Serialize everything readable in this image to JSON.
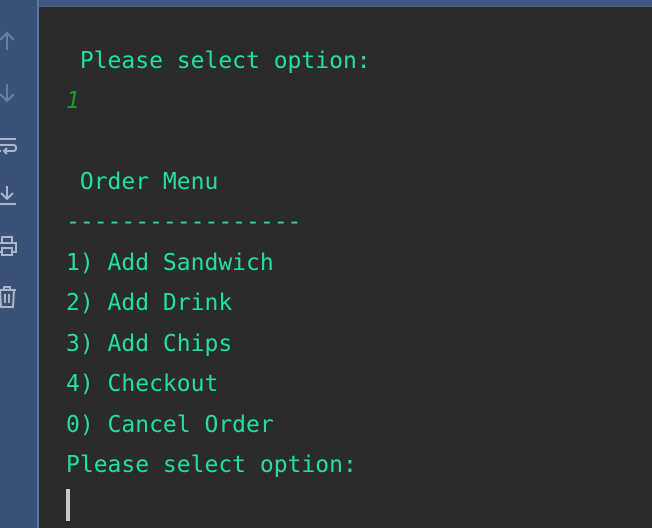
{
  "console": {
    "lines": [
      " Please select option:",
      "1",
      " Order Menu",
      "-----------------",
      "1) Add Sandwich",
      "2) Add Drink",
      "3) Add Chips",
      "4) Checkout",
      "0) Cancel Order",
      "Please select option:"
    ]
  },
  "toolbar": {
    "icons": [
      "arrow-up-icon",
      "arrow-down-icon",
      "soft-wrap-icon",
      "scroll-to-end-icon",
      "print-icon",
      "trash-icon"
    ]
  },
  "colors": {
    "background": "#2b2b2b",
    "gutter": "#3b5278",
    "output_text": "#1fe0a0",
    "input_echo": "#1a9a2a"
  }
}
